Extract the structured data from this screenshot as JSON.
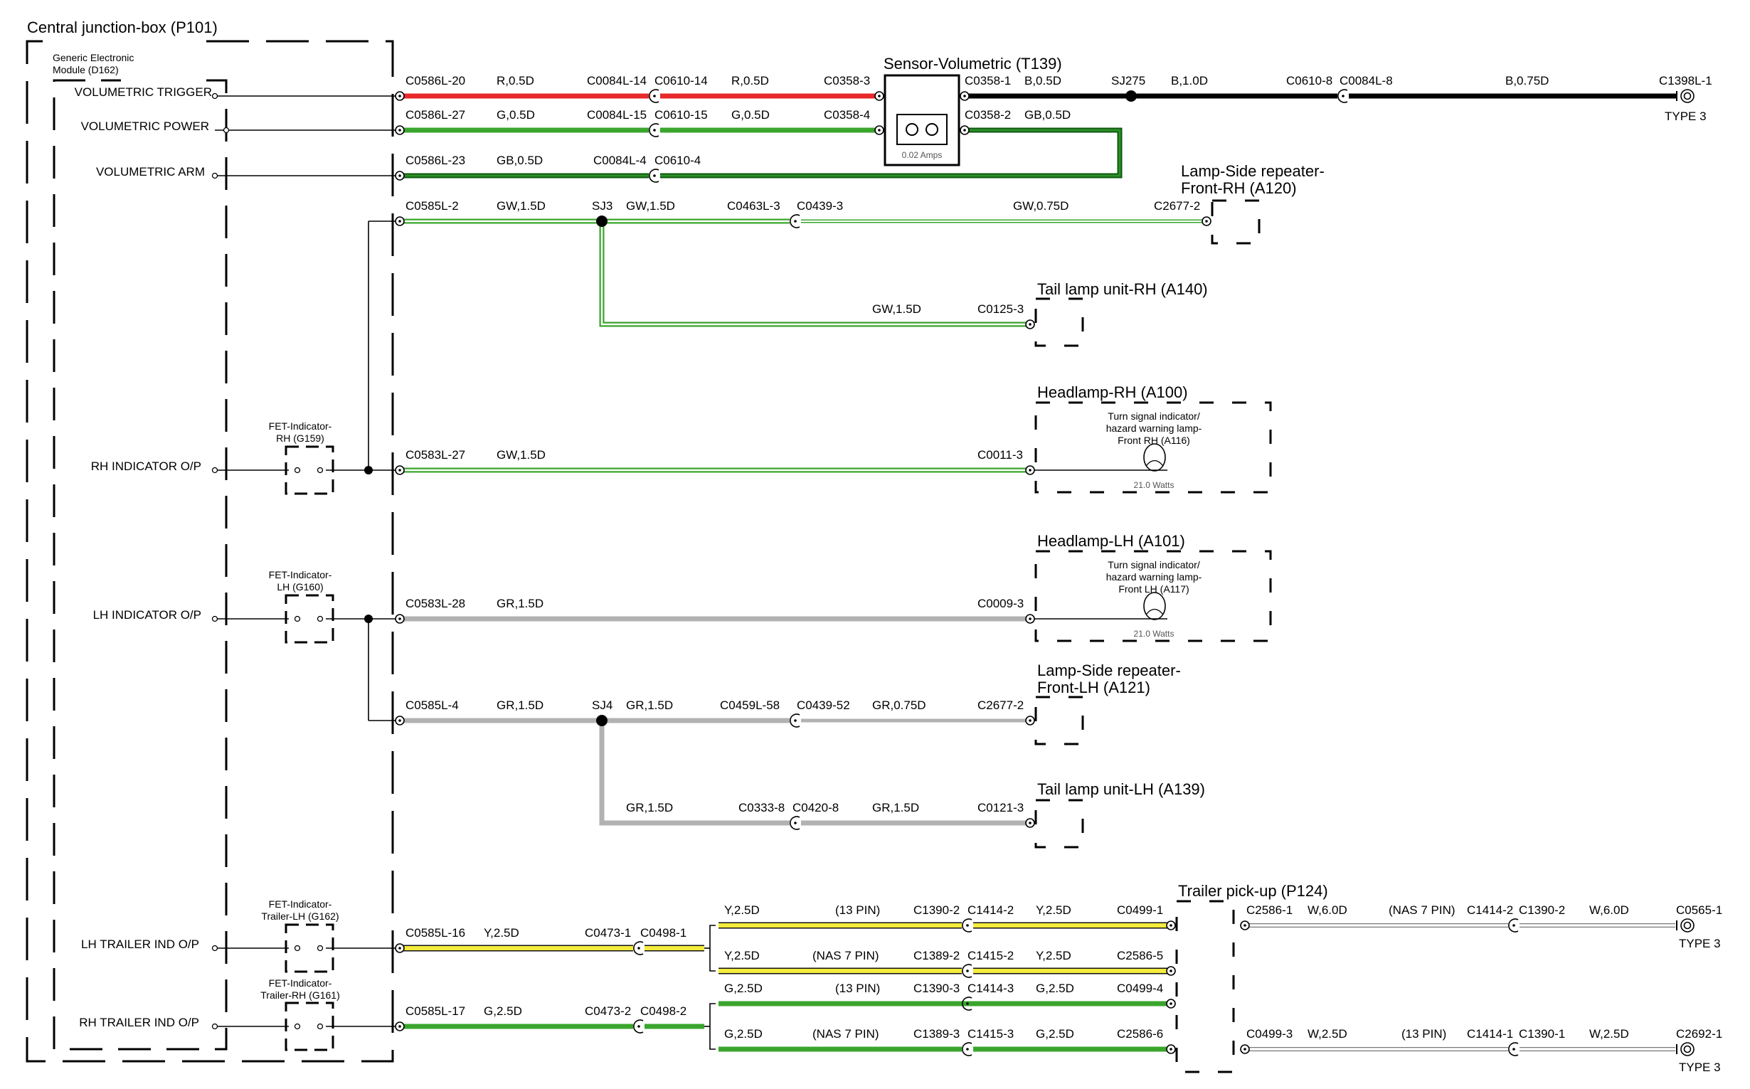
{
  "colors": {
    "red": "#e8282b",
    "green": "#3aa52c",
    "dark_green": "#0e5a0e",
    "black": "#000000",
    "yellow": "#f4ec3c",
    "grey": "#b2b2b2",
    "white_wire_outline": "#777777"
  },
  "blocks": {
    "junction_box": "Central junction-box (P101)",
    "gem_line1": "Generic Electronic",
    "gem_line2": "Module (D162)",
    "sensor": "Sensor-Volumetric (T139)",
    "sensor_rating": "0.02 Amps",
    "rep_rh_1": "Lamp-Side repeater-",
    "rep_rh_2": "Front-RH (A120)",
    "tail_rh": "Tail lamp unit-RH (A140)",
    "head_rh": "Headlamp-RH (A100)",
    "head_lh": "Headlamp-LH (A101)",
    "rep_lh_1": "Lamp-Side repeater-",
    "rep_lh_2": "Front-LH (A121)",
    "tail_lh": "Tail lamp unit-LH (A139)",
    "trailer": "Trailer pick-up (P124)",
    "bulb_rh_1": "Turn signal indicator/",
    "bulb_rh_2": "hazard warning lamp-",
    "bulb_rh_3": "Front RH (A116)",
    "bulb_rh_w": "21.0 Watts",
    "bulb_lh_1": "Turn signal indicator/",
    "bulb_lh_2": "hazard warning lamp-",
    "bulb_lh_3": "Front LH (A117)",
    "bulb_lh_w": "21.0 Watts",
    "fet_rh_1": "FET-Indicator-",
    "fet_rh_2": "RH (G159)",
    "fet_lh_1": "FET-Indicator-",
    "fet_lh_2": "LH (G160)",
    "fet_tlh_1": "FET-Indicator-",
    "fet_tlh_2": "Trailer-LH (G162)",
    "fet_trh_1": "FET-Indicator-",
    "fet_trh_2": "Trailer-RH (G161)"
  },
  "pins": {
    "vol_trigger": "VOLUMETRIC TRIGGER",
    "vol_power": "VOLUMETRIC POWER",
    "vol_arm": "VOLUMETRIC ARM",
    "rh_ind": "RH INDICATOR O/P",
    "lh_ind": "LH INDICATOR O/P",
    "lh_trl": "LH TRAILER IND O/P",
    "rh_trl": "RH TRAILER IND O/P"
  },
  "labels": {
    "r1_a": "C0586L-20",
    "r1_b": "R,0.5D",
    "r1_c": "C0084L-14",
    "r1_d": "C0610-14",
    "r1_e": "R,0.5D",
    "r1_f": "C0358-3",
    "r1_g": "C0358-1",
    "r1_h": "B,0.5D",
    "r1_i": "SJ275",
    "r1_j": "B,1.0D",
    "r1_k": "C0610-8",
    "r1_l": "C0084L-8",
    "r1_m": "B,0.75D",
    "r1_n": "C1398L-1",
    "r1_o": "TYPE 3",
    "r2_a": "C0586L-27",
    "r2_b": "G,0.5D",
    "r2_c": "C0084L-15",
    "r2_d": "C0610-15",
    "r2_e": "G,0.5D",
    "r2_f": "C0358-4",
    "r2_g": "C0358-2",
    "r2_h": "GB,0.5D",
    "r3_a": "C0586L-23",
    "r3_b": "GB,0.5D",
    "r3_c": "C0084L-4",
    "r3_d": "C0610-4",
    "r4_a": "C0585L-2",
    "r4_b": "GW,1.5D",
    "r4_c": "SJ3",
    "r4_d": "GW,1.5D",
    "r4_e": "C0463L-3",
    "r4_f": "C0439-3",
    "r4_g": "GW,0.75D",
    "r4_h": "C2677-2",
    "r5_a": "GW,1.5D",
    "r5_b": "C0125-3",
    "r6_a": "C0583L-27",
    "r6_b": "GW,1.5D",
    "r6_c": "C0011-3",
    "r7_a": "C0583L-28",
    "r7_b": "GR,1.5D",
    "r7_c": "C0009-3",
    "r8_a": "C0585L-4",
    "r8_b": "GR,1.5D",
    "r8_c": "SJ4",
    "r8_d": "GR,1.5D",
    "r8_e": "C0459L-58",
    "r8_f": "C0439-52",
    "r8_g": "GR,0.75D",
    "r8_h": "C2677-2",
    "r9_a": "GR,1.5D",
    "r9_b": "C0333-8",
    "r9_c": "C0420-8",
    "r9_d": "GR,1.5D",
    "r9_e": "C0121-3",
    "t1_a": "C0585L-16",
    "t1_b": "Y,2.5D",
    "t1_c": "C0473-1",
    "t1_d": "C0498-1",
    "t1_e": "Y,2.5D",
    "t1_f": "(13 PIN)",
    "t1_g": "C1390-2",
    "t1_h": "C1414-2",
    "t1_i": "Y,2.5D",
    "t1_j": "C0499-1",
    "t1_k": "C2586-1",
    "t1_l": "W,6.0D",
    "t1_m": "(NAS 7 PIN)",
    "t1_n": "C1414-2",
    "t1_o": "C1390-2",
    "t1_p": "W,6.0D",
    "t1_q": "C0565-1",
    "t1_r": "TYPE 3",
    "t2_a": "Y,2.5D",
    "t2_b": "(NAS 7 PIN)",
    "t2_c": "C1389-2",
    "t2_d": "C1415-2",
    "t2_e": "Y,2.5D",
    "t2_f": "C2586-5",
    "t3_a": "C0585L-17",
    "t3_b": "G,2.5D",
    "t3_c": "C0473-2",
    "t3_d": "C0498-2",
    "t3_e": "G,2.5D",
    "t3_f": "(13 PIN)",
    "t3_g": "C1390-3",
    "t3_h": "C1414-3",
    "t3_i": "G,2.5D",
    "t3_j": "C0499-4",
    "t4_a": "G,2.5D",
    "t4_b": "(NAS 7 PIN)",
    "t4_c": "C1389-3",
    "t4_d": "C1415-3",
    "t4_e": "G,2.5D",
    "t4_f": "C2586-6",
    "t4_g": "C0499-3",
    "t4_h": "W,2.5D",
    "t4_i": "(13 PIN)",
    "t4_j": "C1414-1",
    "t4_k": "C1390-1",
    "t4_l": "W,2.5D",
    "t4_m": "C2692-1",
    "t4_n": "TYPE 3"
  }
}
